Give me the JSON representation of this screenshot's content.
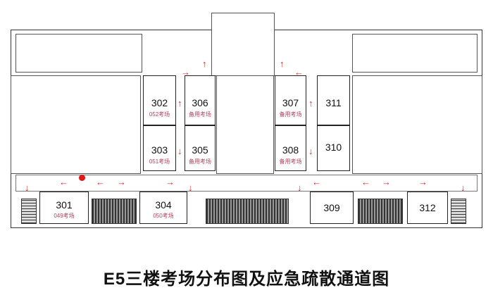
{
  "title": "E5三楼考场分布图及应急疏散通道图",
  "rooms": [
    {
      "num": "302",
      "exam": "052考场"
    },
    {
      "num": "303",
      "exam": "051考场"
    },
    {
      "num": "306",
      "exam": "备用考场"
    },
    {
      "num": "305",
      "exam": "备用考场"
    },
    {
      "num": "307",
      "exam": "备用考场"
    },
    {
      "num": "308",
      "exam": "备用考场"
    },
    {
      "num": "311",
      "exam": ""
    },
    {
      "num": "310",
      "exam": ""
    },
    {
      "num": "301",
      "exam": "049考场"
    },
    {
      "num": "304",
      "exam": "050考场"
    },
    {
      "num": "309",
      "exam": ""
    },
    {
      "num": "312",
      "exam": ""
    }
  ],
  "arrows": {
    "right": "→",
    "left": "←",
    "up": "↑",
    "down": "↓"
  },
  "colors": {
    "evacuation": "#d42a2a",
    "exam_label": "#b0405a",
    "location_marker": "#e01818"
  }
}
